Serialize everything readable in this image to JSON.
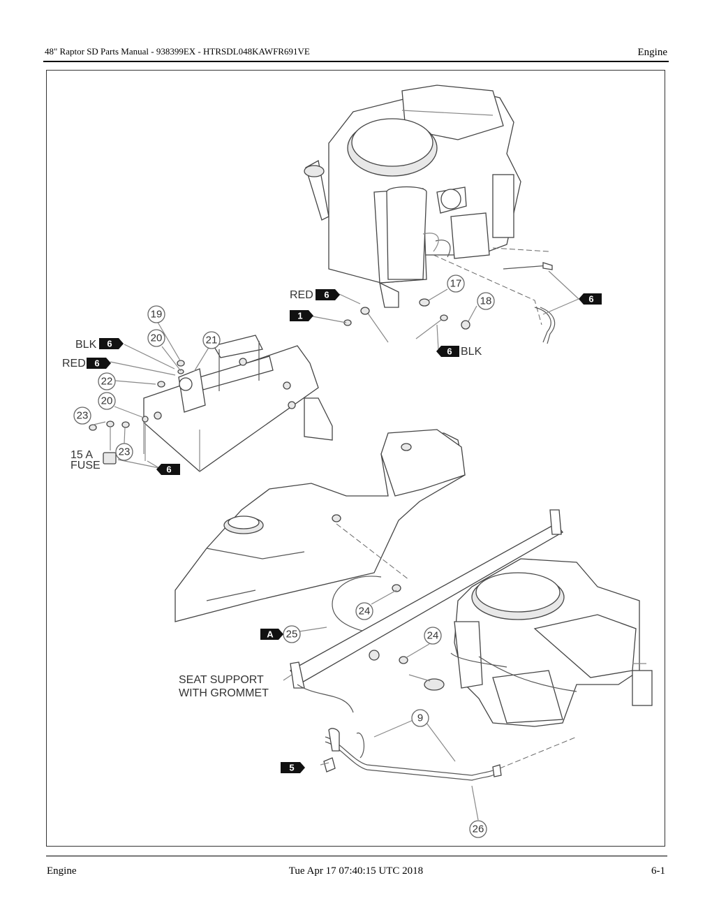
{
  "header": {
    "title": "48\" Raptor SD Parts Manual - 938399EX - HTRSDL048KAWFR691VE",
    "section": "Engine"
  },
  "footer": {
    "section": "Engine",
    "timestamp": "Tue Apr 17 07:40:15 UTC 2018",
    "page": "6-1"
  },
  "diagram": {
    "callouts": [
      "17",
      "18",
      "19",
      "20",
      "21",
      "22",
      "20",
      "23",
      "23",
      "24",
      "24",
      "25",
      "9",
      "26"
    ],
    "tags": [
      "6",
      "1",
      "6",
      "6",
      "6",
      "6",
      "6",
      "A",
      "5"
    ],
    "labels": {
      "red_top": "RED",
      "blk_top": "BLK",
      "blk_left": "BLK",
      "red_left": "RED",
      "fuse_line1": "15 A",
      "fuse_line2": "FUSE",
      "seat_line1": "SEAT SUPPORT",
      "seat_line2": "WITH GROMMET"
    }
  }
}
